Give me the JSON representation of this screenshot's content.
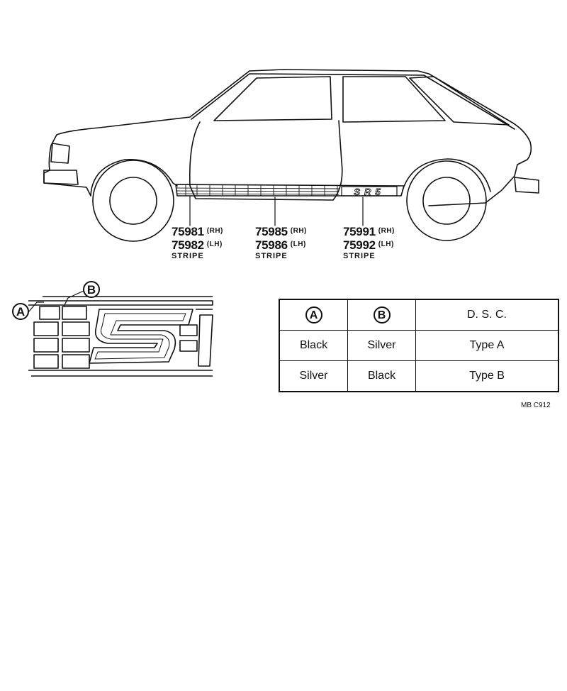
{
  "callouts": [
    {
      "part": "75981",
      "side1": "(RH)",
      "part2": "75982",
      "side2": "(LH)",
      "kind": "STRIPE"
    },
    {
      "part": "75985",
      "side1": "(RH)",
      "part2": "75986",
      "side2": "(LH)",
      "kind": "STRIPE"
    },
    {
      "part": "75991",
      "side1": "(RH)",
      "part2": "75992",
      "side2": "(LH)",
      "kind": "STRIPE"
    }
  ],
  "stripe_badge_text": "SR5",
  "detail_markers": {
    "a": "A",
    "b": "B"
  },
  "table": {
    "header": [
      "A",
      "B",
      "D. S. C."
    ],
    "rows": [
      [
        "Black",
        "Silver",
        "Type A"
      ],
      [
        "Silver",
        "Black",
        "Type B"
      ]
    ]
  },
  "ref_code": "MB  C912"
}
